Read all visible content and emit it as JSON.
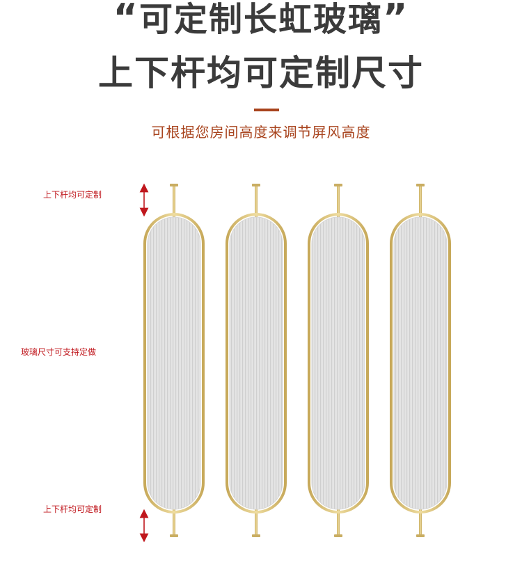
{
  "headline": {
    "open_quote": "“",
    "line1": "可定制长虹玻璃",
    "close_quote": "”",
    "line2": "上下杆均可定制尺寸"
  },
  "subtitle": "可根据您房间高度来调节屏风高度",
  "notes": {
    "top": "上下杆均可定制",
    "middle": "玻璃尺寸可支持定做",
    "bottom": "上下杆均可定制"
  },
  "colors": {
    "headline": "#3b3b3b",
    "accent": "#a8431d",
    "note": "#c0171d",
    "gold_frame": "#d9c27e",
    "glass": "#e3e3e3"
  },
  "panel_count": 4
}
